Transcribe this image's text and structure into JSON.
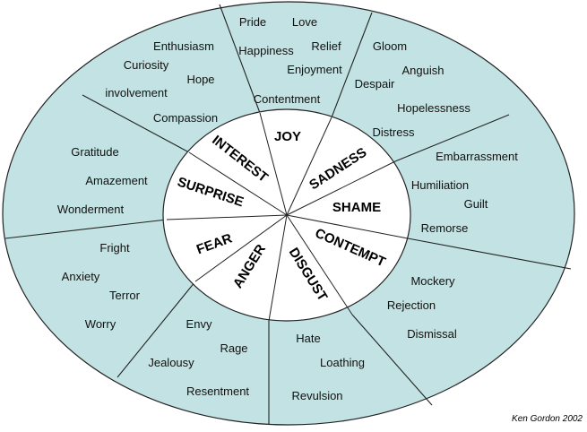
{
  "colors": {
    "outer_ring": "#c3e2e3",
    "inner_disc": "#ffffff",
    "stroke": "#222222"
  },
  "primary_emotions": [
    "JOY",
    "SADNESS",
    "SHAME",
    "CONTEMPT",
    "DISGUST",
    "ANGER",
    "FEAR",
    "SURPRISE",
    "INTEREST"
  ],
  "secondary_emotions": {
    "joy": [
      "Pride",
      "Love",
      "Happiness",
      "Relief",
      "Enjoyment",
      "Contentment"
    ],
    "sadness": [
      "Gloom",
      "Anguish",
      "Despair",
      "Hopelessness",
      "Distress"
    ],
    "shame": [
      "Embarrassment",
      "Humiliation",
      "Guilt",
      "Remorse"
    ],
    "contempt": [
      "Mockery",
      "Rejection",
      "Dismissal"
    ],
    "disgust": [
      "Hate",
      "Loathing",
      "Revulsion"
    ],
    "anger": [
      "Envy",
      "Rage",
      "Jealousy",
      "Resentment"
    ],
    "fear": [
      "Fright",
      "Anxiety",
      "Terror",
      "Worry"
    ],
    "surprise": [
      "Gratitude",
      "Amazement",
      "Wonderment"
    ],
    "interest": [
      "Enthusiasm",
      "Curiosity",
      "Hope",
      "involvement",
      "Compassion"
    ]
  },
  "credit": "Ken Gordon 2002"
}
